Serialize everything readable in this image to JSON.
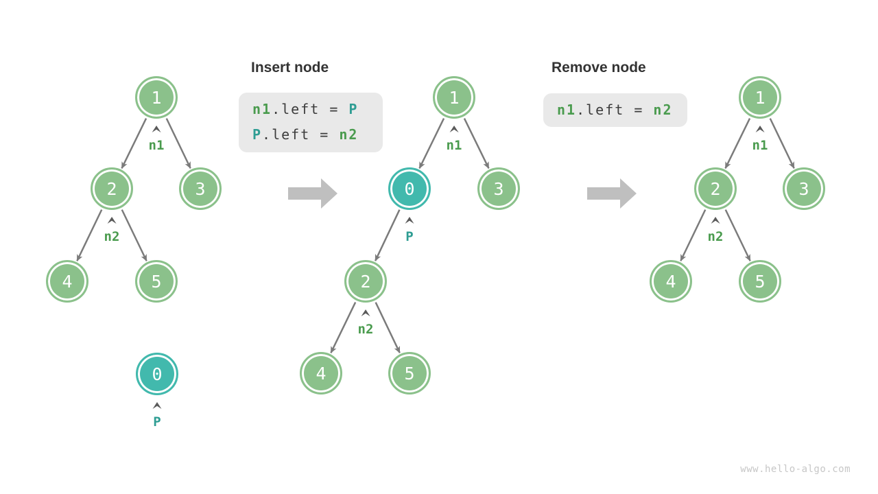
{
  "page": {
    "watermark": "www.hello-algo.com"
  },
  "colors": {
    "background": "#ffffff",
    "node_green": "#8bc18b",
    "node_teal": "#42b9ad",
    "node_text": "#ffffff",
    "label_green": "#4a9b4e",
    "label_teal": "#2e9d93",
    "edge_gray": "#7b7b7b",
    "caret_gray": "#5a5a5a",
    "big_arrow_gray": "#bfbfbf",
    "code_bg": "#e9e9e9",
    "code_text": "#3c3c3c",
    "title_text": "#333333",
    "watermark_gray": "#c7c7c7"
  },
  "sections": {
    "insert": {
      "title": "Insert node",
      "code_lines": {
        "line1": {
          "t1": "n1",
          "t2": ".left = ",
          "t3": "P"
        },
        "line2": {
          "t1": "P",
          "t2": ".left = ",
          "t3": "n2"
        }
      }
    },
    "remove": {
      "title": "Remove node",
      "code_lines": {
        "line1": {
          "t1": "n1",
          "t2": ".left = ",
          "t3": "n2"
        }
      }
    }
  },
  "trees": {
    "left": {
      "nodes": {
        "n1": "1",
        "n2": "2",
        "n3": "3",
        "n4": "4",
        "n5": "5",
        "p": "0"
      },
      "labels": {
        "n1": "n1",
        "n2": "n2",
        "p": "P"
      }
    },
    "middle": {
      "nodes": {
        "n1": "1",
        "p": "0",
        "n3": "3",
        "n2": "2",
        "n4": "4",
        "n5": "5"
      },
      "labels": {
        "n1": "n1",
        "p": "P",
        "n2": "n2"
      }
    },
    "right": {
      "nodes": {
        "n1": "1",
        "n2": "2",
        "n3": "3",
        "n4": "4",
        "n5": "5"
      },
      "labels": {
        "n1": "n1",
        "n2": "n2"
      }
    }
  }
}
